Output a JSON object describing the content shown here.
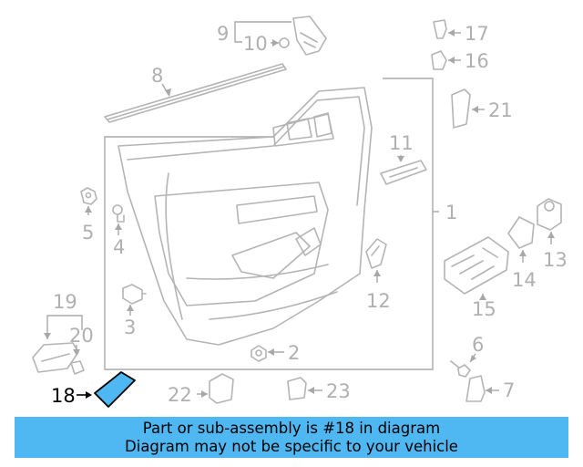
{
  "callouts": {
    "c1": "1",
    "c2": "2",
    "c3": "3",
    "c4": "4",
    "c5": "5",
    "c6": "6",
    "c7": "7",
    "c8": "8",
    "c9": "9",
    "c10": "10",
    "c11": "11",
    "c12": "12",
    "c13": "13",
    "c14": "14",
    "c15": "15",
    "c16": "16",
    "c17": "17",
    "c18": "18",
    "c19": "19",
    "c20": "20",
    "c21": "21",
    "c22": "22",
    "c23": "23"
  },
  "highlight": {
    "part_number": "18",
    "color": "#4fb7f2"
  },
  "footer": {
    "line1": "Part or sub-assembly is #18 in diagram",
    "line2": "Diagram may not be specific to your vehicle",
    "background": "#4fb7f2"
  }
}
